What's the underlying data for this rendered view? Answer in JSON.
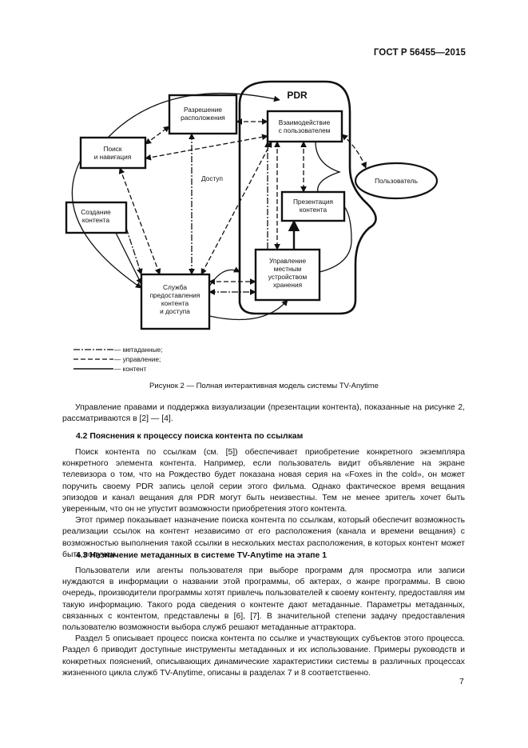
{
  "header": {
    "code": "ГОСТ Р 56455—2015"
  },
  "diagram": {
    "boxes": {
      "permission": [
        "Разрешение",
        "расположения"
      ],
      "search": [
        "Поиск",
        "и навигация"
      ],
      "creation": [
        "Создание",
        "контента"
      ],
      "service": [
        "Служба",
        "предоставления",
        "контента",
        "и доступа"
      ],
      "interaction": [
        "Взаимодействие",
        "с пользователем"
      ],
      "presentation": [
        "Презентация",
        "контента"
      ],
      "storage": [
        "Управление",
        "местным",
        "устройством",
        "хранения"
      ],
      "user": "Пользователь",
      "pdr": "PDR"
    },
    "access_label": "Доступ",
    "legend": [
      "— метаданные;",
      "— управление;",
      "— контент"
    ]
  },
  "caption": "Рисунок 2 — Полная интерактивная модель системы TV-Anytime",
  "intro_paragraph": "Управление правами и поддержка визуализации (презентации контента), показанные на рисунке 2, рассматриваются в [2] — [4].",
  "section_42": {
    "heading": "4.2 Пояснения к процессу поиска контента по ссылкам",
    "paragraphs": [
      "Поиск контента по ссылкам (см. [5]) обеспечивает приобретение конкретного экземпляра конкретного элемента контента. Например, если пользователь видит объявление на экране телевизора о том, что на Рождество будет показана новая серия на «Foxes in the cold», он может поручить своему PDR запись целой серии этого фильма. Однако фактическое время вещания эпизодов и канал вещания для PDR могут быть неизвестны. Тем не менее зритель хочет быть уверенным, что он не упустит возможности приобретения этого контента.",
      "Этот пример показывает назначение поиска контента по ссылкам, который обеспечит возможность реализации ссылок на контент независимо от его расположения (канала и времени вещания) с возможностью выполнения такой ссылки в нескольких местах расположения, в которых контент может быть получен."
    ]
  },
  "section_43": {
    "heading": "4.3 Назначение метаданных в системе TV-Anytime на этапе 1",
    "paragraphs": [
      "Пользователи или агенты пользователя при выборе программ для просмотра или записи нуждаются в информации о названии этой программы, об актерах, о жанре программы. В свою очередь, производители программы хотят привлечь пользователей к своему контенту, предоставляя им такую информацию. Такого рода сведения о контенте дают метаданные. Параметры метаданных, связанных с контентом, представлены в [6], [7]. В значительной степени задачу предоставления пользователю возможности выбора служб решают метаданные аттрактора.",
      "Раздел 5 описывает процесс поиска контента по ссылке и участвующих субъектов этого процесса. Раздел 6 приводит доступные инструменты метаданных и их использование. Примеры руководств и конкретных пояснений, описывающих динамические характеристики системы в различных процессах жизненного цикла служб TV-Anytime, описаны в разделах 7 и 8 соответственно."
    ]
  },
  "page_number": "7"
}
